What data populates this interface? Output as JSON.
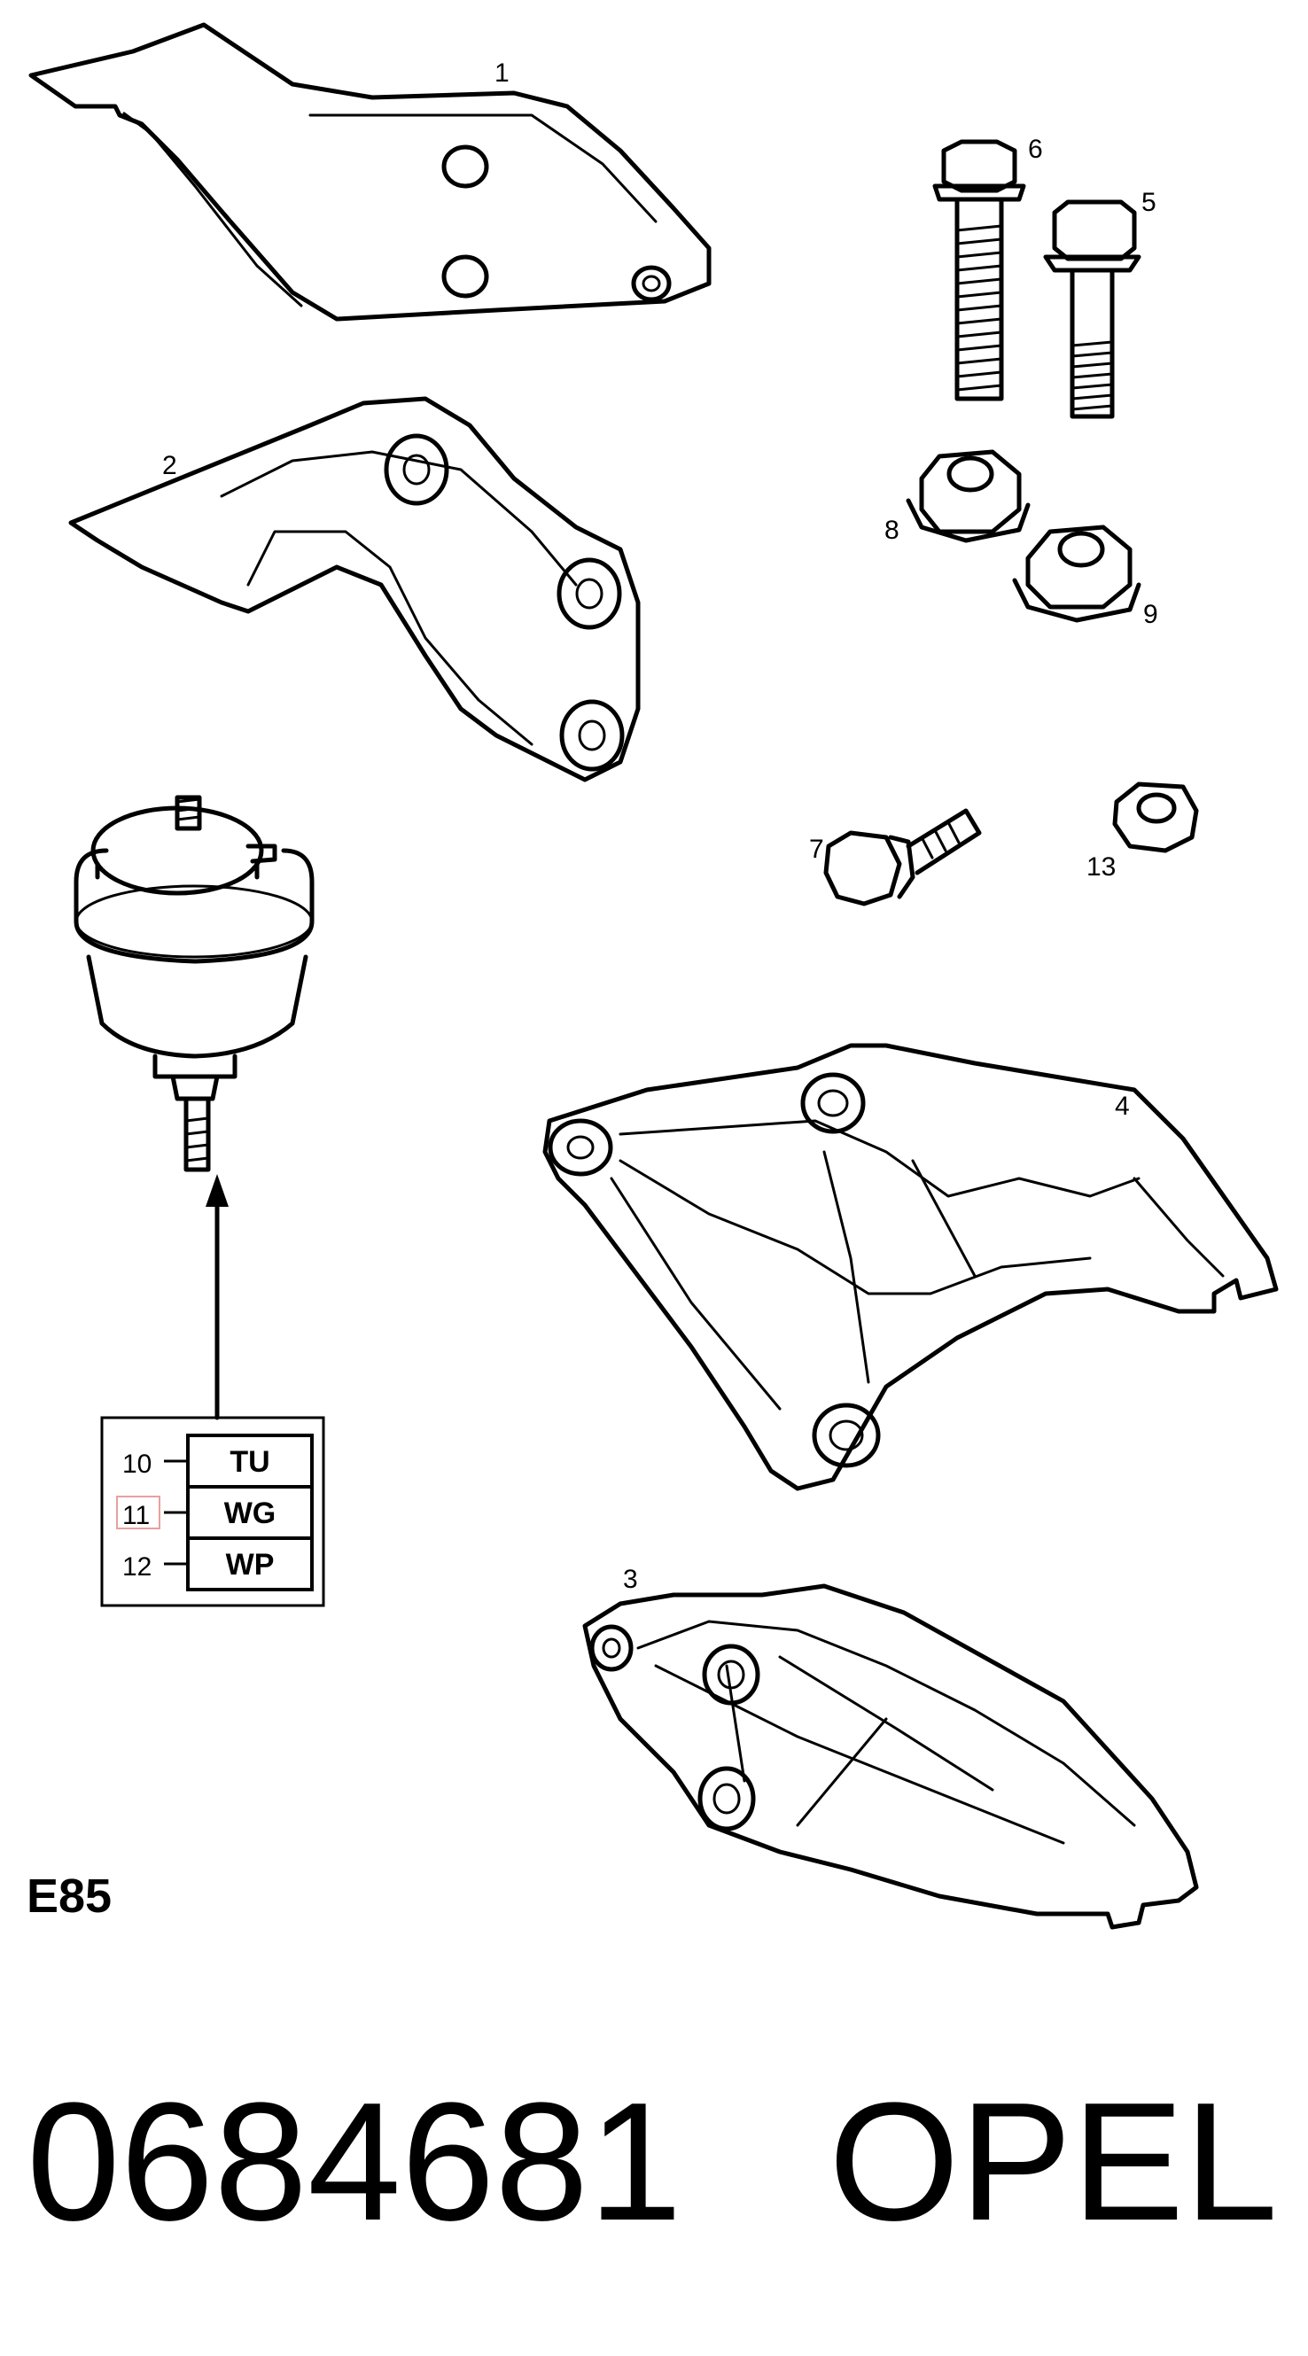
{
  "callouts": {
    "c1": "1",
    "c2": "2",
    "c3": "3",
    "c4": "4",
    "c5": "5",
    "c6": "6",
    "c7": "7",
    "c8": "8",
    "c9": "9",
    "c13": "13"
  },
  "variant_table": {
    "rows": [
      {
        "number": "10",
        "code": "TU"
      },
      {
        "number": "11",
        "code": "WG",
        "highlighted": true
      },
      {
        "number": "12",
        "code": "WP"
      }
    ],
    "highlight_color": "#e8a0a0"
  },
  "section_code": "E85",
  "footer": {
    "part_number": "0684681",
    "brand": "OPEL"
  }
}
